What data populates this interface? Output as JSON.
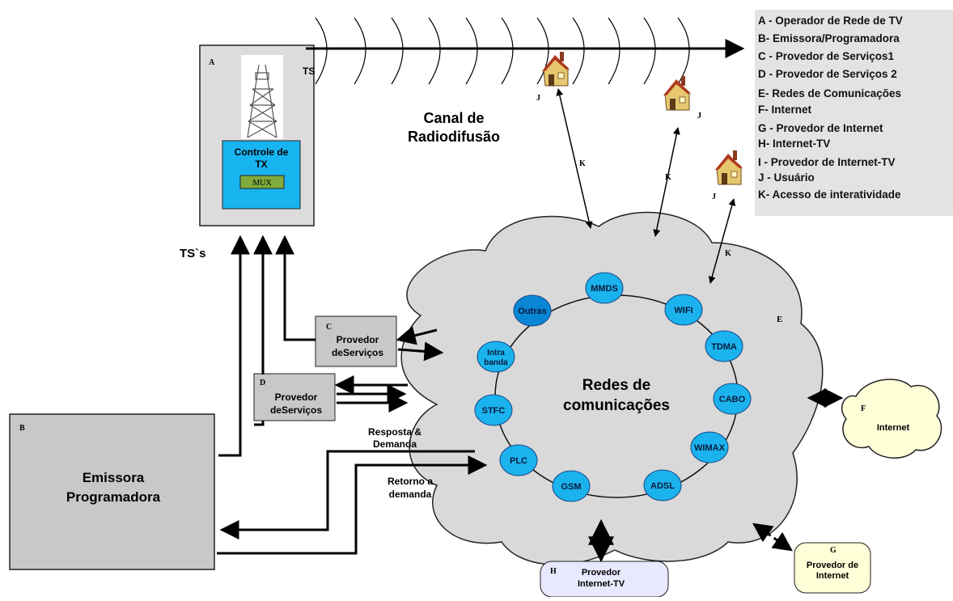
{
  "legend": [
    "A - Operador de Rede de TV",
    "B- Emissora/Programadora",
    "C - Provedor de Serviços1",
    "D - Provedor de Serviços 2",
    "E- Redes de Comunicações",
    "F- Internet",
    "G - Provedor de Internet",
    "H- Internet-TV",
    "I - Provedor de Internet-TV",
    "J - Usuário",
    "K- Acesso de interatividade"
  ],
  "station": {
    "letter": "A",
    "ts_label": "TS",
    "control_label_1": "Controle de",
    "control_label_2": "TX",
    "mux_label": "MUX",
    "tss_label": "TS`s"
  },
  "channel": {
    "line1": "Canal de",
    "line2": "Radiodifusão"
  },
  "broadcaster": {
    "letter": "B",
    "line1": "Emissora",
    "line2": "Programadora"
  },
  "provider_c": {
    "letter": "C",
    "line1": "Provedor",
    "line2": "deServiços"
  },
  "provider_d": {
    "letter": "D",
    "line1": "Provedor",
    "line2": "deServiços"
  },
  "flows": {
    "response_1": "Resposta &",
    "response_2": "Demanda",
    "return_1": "Retorno a",
    "return_2": "demanda"
  },
  "network": {
    "letter": "E",
    "title_1": "Redes de",
    "title_2": "comunicações",
    "nodes": [
      "MMDS",
      "WIFI",
      "TDMA",
      "CABO",
      "WIMAX",
      "ADSL",
      "GSM",
      "PLC",
      "STFC",
      "Intra banda",
      "Outras"
    ]
  },
  "internet": {
    "letter": "F",
    "label": "Internet"
  },
  "internet_provider": {
    "letter": "G",
    "line1": "Provedor de",
    "line2": "Internet"
  },
  "internet_tv": {
    "letter": "H",
    "line1": "Provedor",
    "line2": "Internet-TV"
  },
  "users": {
    "letter": "J",
    "access_letter": "K"
  },
  "colors": {
    "node_fill": "#1ab3ee",
    "node_dark": "#0a86d6",
    "cloud_fill": "#d9d9d9",
    "control_fill": "#18b4ef",
    "mux_fill": "#7faa3c",
    "box_fill": "#c8c8c8",
    "internet_fill": "#ffffd8",
    "internet_tv_fill": "#e8e8ff"
  }
}
